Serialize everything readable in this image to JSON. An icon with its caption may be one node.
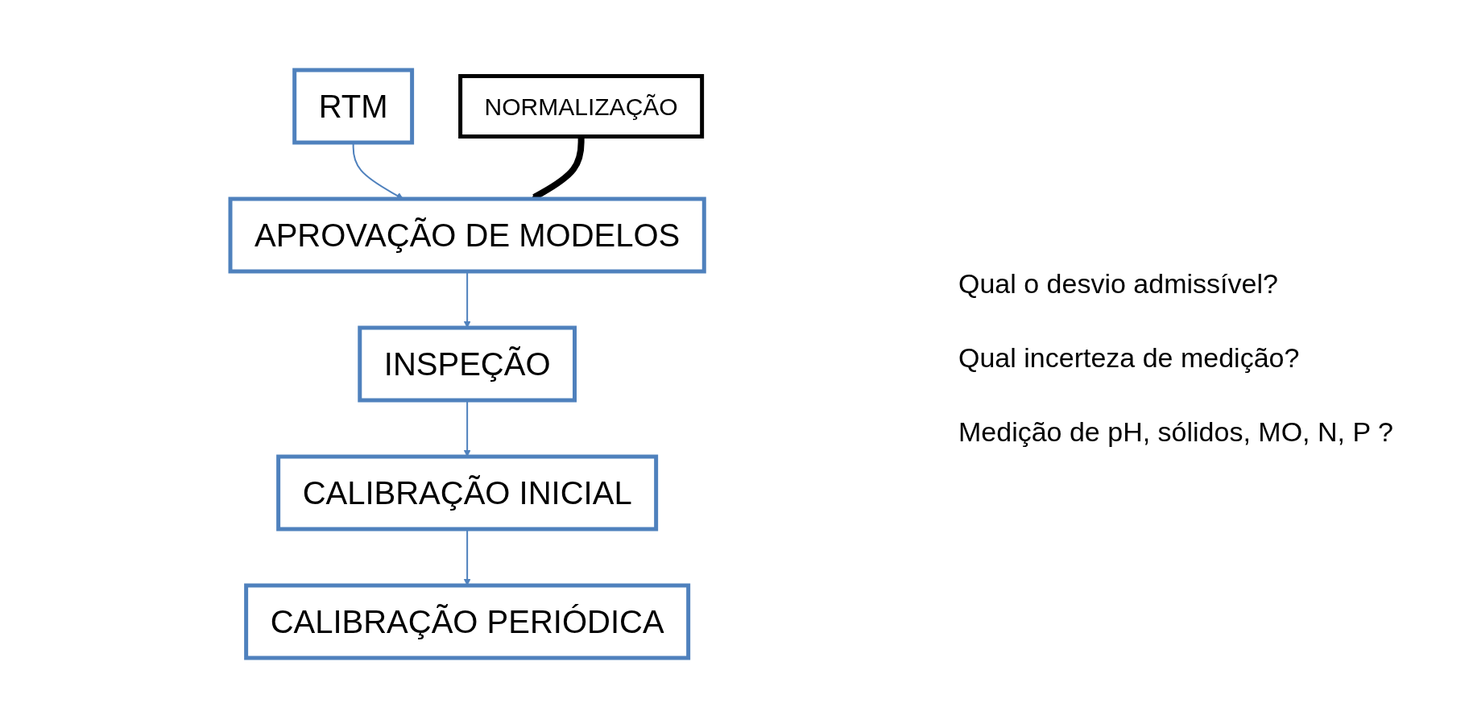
{
  "diagram": {
    "nodes": [
      {
        "text": [
          "RTM"
        ]
      },
      {
        "text": [
          "APROVAÇÃO DE MODELOS"
        ]
      },
      {
        "text": [
          "NORMALIZAÇÃO"
        ]
      },
      {
        "text": [
          "INSPEÇÃO"
        ]
      },
      {
        "text": [
          "CALIBRAÇÃO INICIAL"
        ]
      },
      {
        "text": [
          "CALIBRAÇÃO PERIÓDICA"
        ]
      }
    ],
    "edges": [
      {
        "from": 0,
        "to": 1,
        "arrow": "to"
      },
      {
        "from": 2,
        "to": 1,
        "arrow": "to",
        "style": "thick",
        "color": "#000000"
      },
      {
        "from": 1,
        "to": 3,
        "arrow": "to"
      },
      {
        "from": 3,
        "to": 4,
        "arrow": "to"
      },
      {
        "from": 4,
        "to": 5,
        "arrow": "to"
      }
    ],
    "labels": [
      "Qual o desvio admissível?",
      "Qual incerteza de medição?",
      "Medição de pH, sólidos, MO, N, P ?"
    ]
  }
}
